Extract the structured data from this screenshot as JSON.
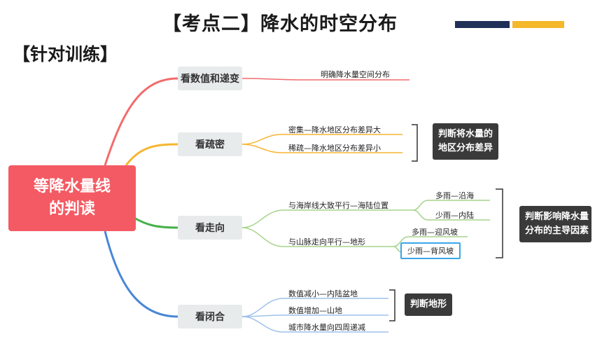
{
  "header": {
    "title": "【考点二】降水的时空分布",
    "subtitle": "【针对训练】"
  },
  "colors": {
    "central": "#f45a63",
    "branch_red": "#f26b6b",
    "branch_orange": "#f6b530",
    "branch_green": "#46b14a",
    "branch_blue": "#4a86d8",
    "conclusion_bg": "#3a3a3a",
    "highlight_border": "#3aa6e8",
    "accent_navy": "#1f2f57",
    "accent_gold": "#f4b82a"
  },
  "mindmap": {
    "central": "等降水量线的判读",
    "branches": [
      {
        "label": "看数值和递变",
        "leaves": [
          "明确降水量空间分布"
        ]
      },
      {
        "label": "看疏密",
        "leaves": [
          "密集—降水地区分布差异大",
          "稀疏—降水地区分布差异小"
        ],
        "conclusion": [
          "判断将水量的",
          "地区分布差异"
        ]
      },
      {
        "label": "看走向",
        "leaves": [
          "与海岸线大致平行—海陆位置",
          "与山脉走向平行—地形"
        ],
        "subleaves": [
          "多雨—沿海",
          "少雨—内陆",
          "多雨—迎风坡",
          "少雨—背风坡"
        ],
        "conclusion": [
          "判断影响降水量",
          "分布的主导因素"
        ]
      },
      {
        "label": "看闭合",
        "leaves": [
          "数值减小—内陆盆地",
          "数值增加—山地",
          "城市降水量向四周递减"
        ],
        "conclusion": [
          "判断地形"
        ]
      }
    ]
  }
}
